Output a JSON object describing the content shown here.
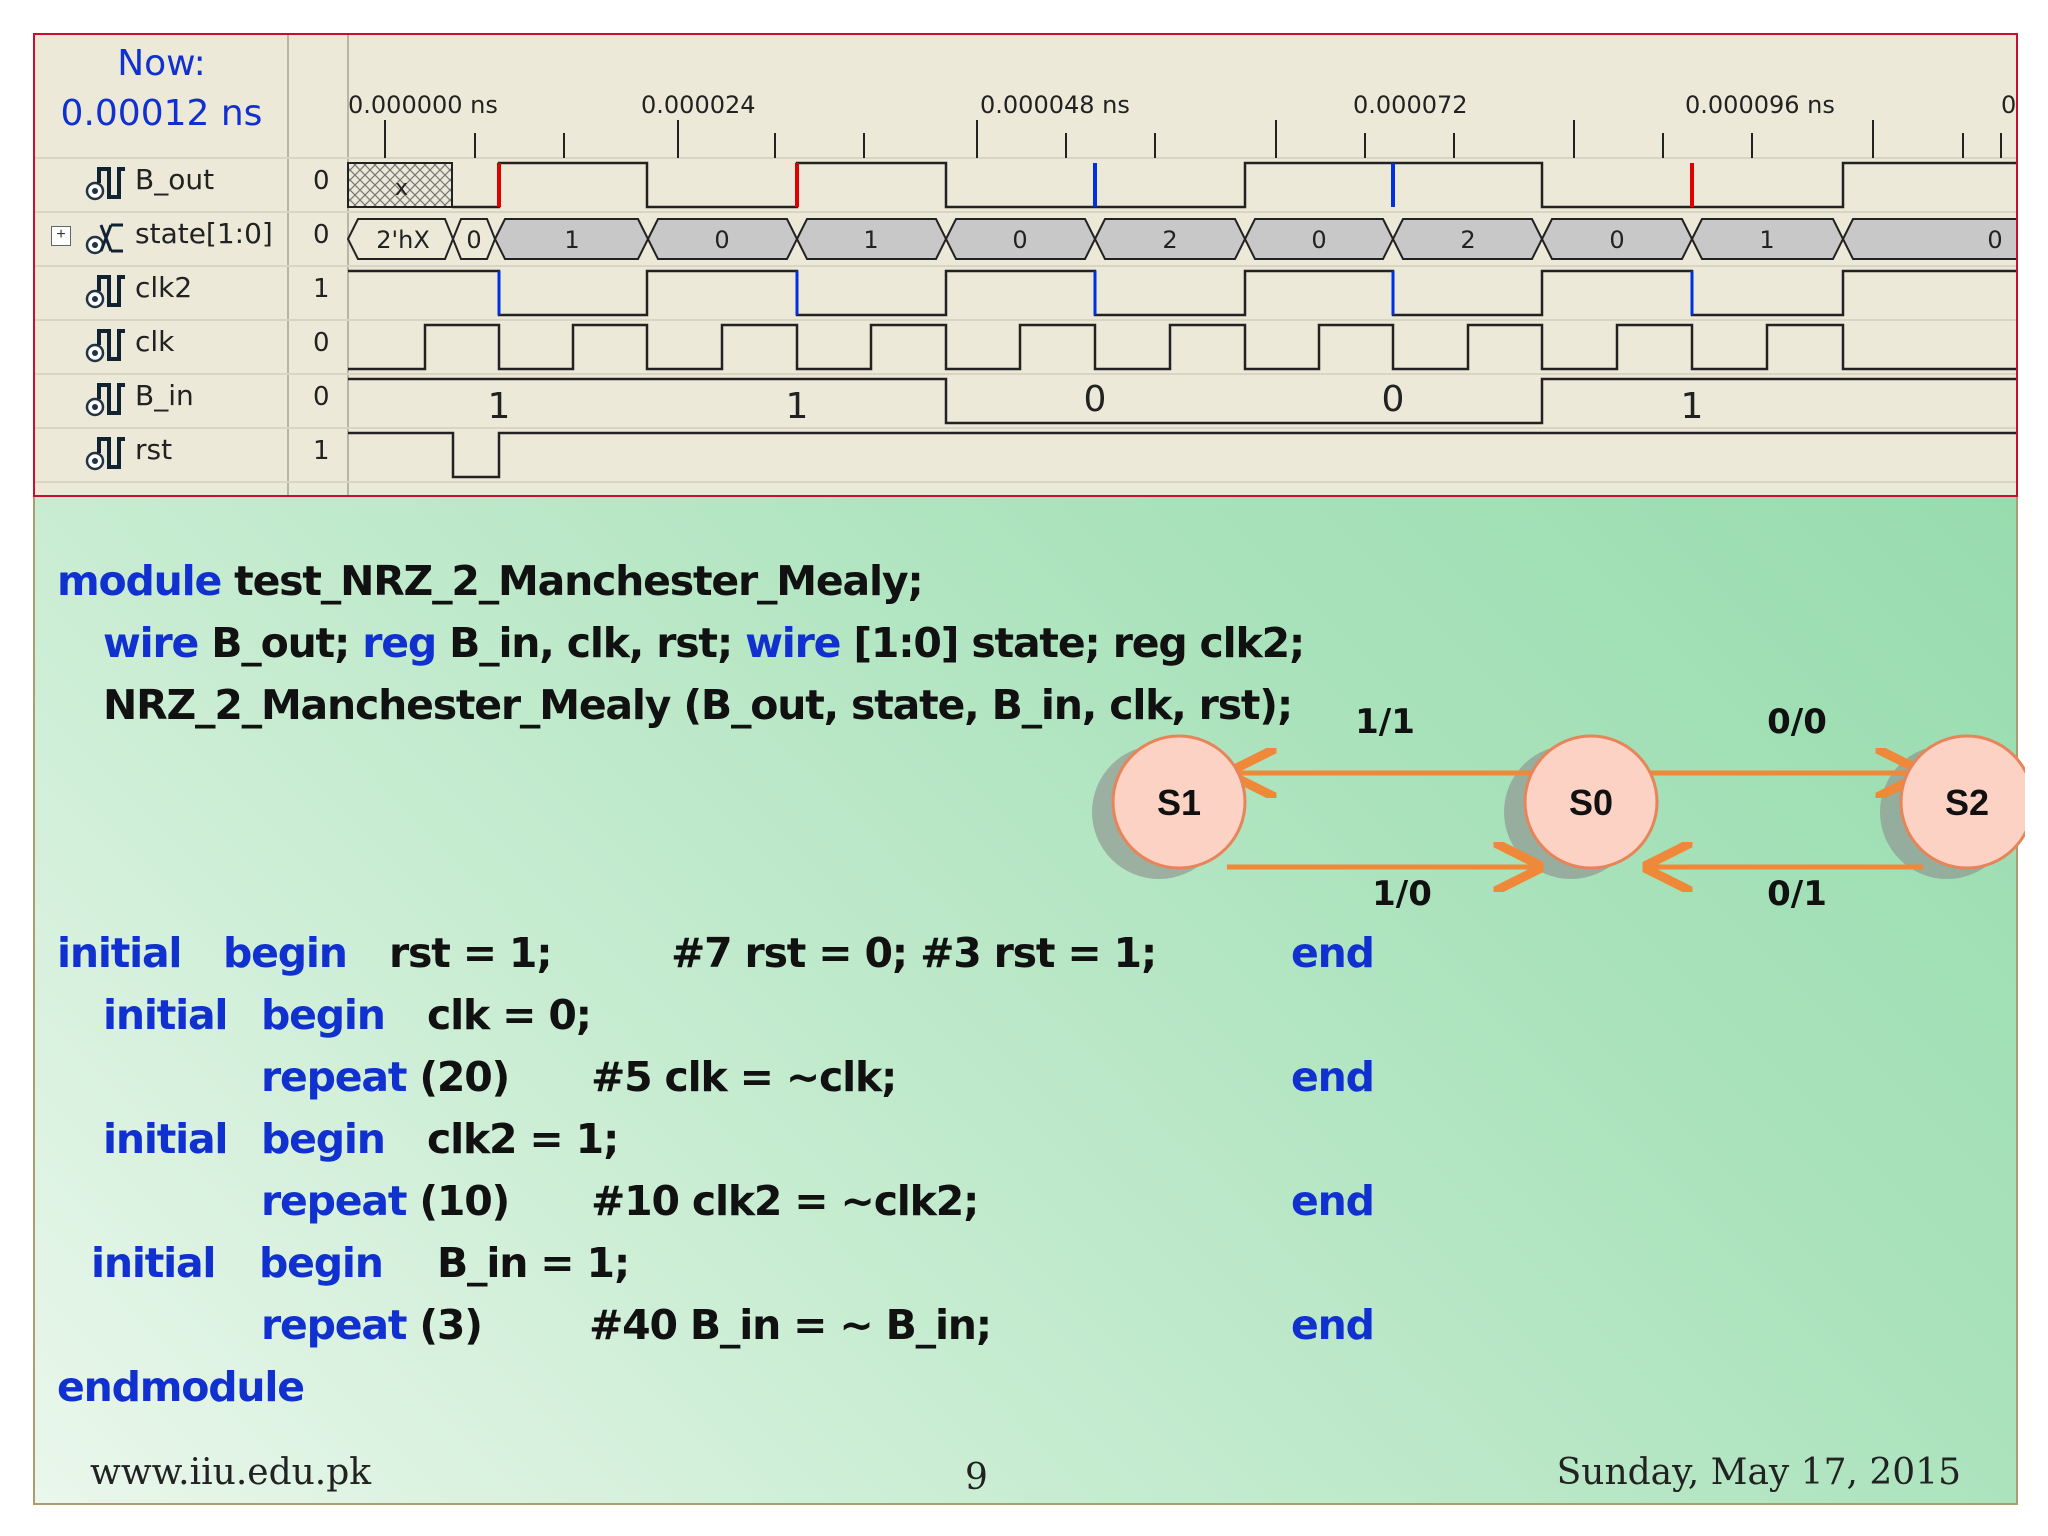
{
  "waveform": {
    "now_label": "Now:",
    "now_value": "0.00012 ns",
    "time_ticks": [
      "0.000000 ns",
      "0.000024",
      "0.000048 ns",
      "0.000072",
      "0.000096 ns",
      "0"
    ],
    "signals": [
      {
        "name": "B_out",
        "value": "0",
        "icon": "wire-icon"
      },
      {
        "name": "state[1:0]",
        "value": "0",
        "icon": "bus-icon",
        "expandable": true
      },
      {
        "name": "clk2",
        "value": "1",
        "icon": "wire-icon"
      },
      {
        "name": "clk",
        "value": "0",
        "icon": "wire-icon"
      },
      {
        "name": "B_in",
        "value": "0",
        "icon": "wire-icon"
      },
      {
        "name": "rst",
        "value": "1",
        "icon": "wire-icon"
      }
    ],
    "state_segments": [
      "2'hX",
      "0",
      "1",
      "0",
      "1",
      "0",
      "2",
      "0",
      "2",
      "0",
      "1",
      "0"
    ],
    "b_out_unknown": "x",
    "b_in_labels": [
      "1",
      "1",
      "0",
      "0",
      "1"
    ],
    "colors": {
      "transition_red": "#e00000",
      "transition_blue": "#0030e0",
      "now_blue": "#1030d0"
    }
  },
  "code": {
    "l1a": "module",
    "l1b": " test_NRZ_2_Manchester_Mealy;",
    "l2a": "wire",
    "l2b": " B_out; ",
    "l2c": "reg",
    "l2d": " B_in, clk, rst; ",
    "l2e": "wire",
    "l2f": " [1:0] state; reg clk2;",
    "l3": "NRZ_2_Manchester_Mealy (B_out, state, B_in, clk, rst);",
    "r1a": "initial",
    "r1b": "begin",
    "r1c": "rst = 1;",
    "r1d": "#7 rst = 0; #3 rst = 1;",
    "r1e": "end",
    "r2a": "initial",
    "r2b": "begin",
    "r2c": "clk = 0;",
    "r3a": "repeat",
    "r3b": " (20)",
    "r3c": "#5 clk = ~clk;",
    "r3d": "end",
    "r4a": "initial",
    "r4b": "begin",
    "r4c": "clk2 = 1;",
    "r5a": "repeat",
    "r5b": " (10)",
    "r5c": "#10 clk2 = ~clk2;",
    "r5d": "end",
    "r6a": "initial",
    "r6b": "begin",
    "r6c": "B_in = 1;",
    "r7a": "repeat",
    "r7b": " (3)",
    "r7c": "#40 B_in = ~ B_in;",
    "r7d": "end",
    "r8": "endmodule"
  },
  "fsm": {
    "states": [
      "S1",
      "S0",
      "S2"
    ],
    "edge_labels": {
      "s0_to_s1": "1/1",
      "s1_to_s0": "1/0",
      "s0_to_s2": "0/0",
      "s2_to_s0": "0/1"
    },
    "colors": {
      "state_fill": "#fbd2c4",
      "state_stroke": "#e8845a",
      "arrow": "#f0883a"
    }
  },
  "footer": {
    "website": "www.iiu.edu.pk",
    "page": "9",
    "date": "Sunday, May 17, 2015"
  }
}
